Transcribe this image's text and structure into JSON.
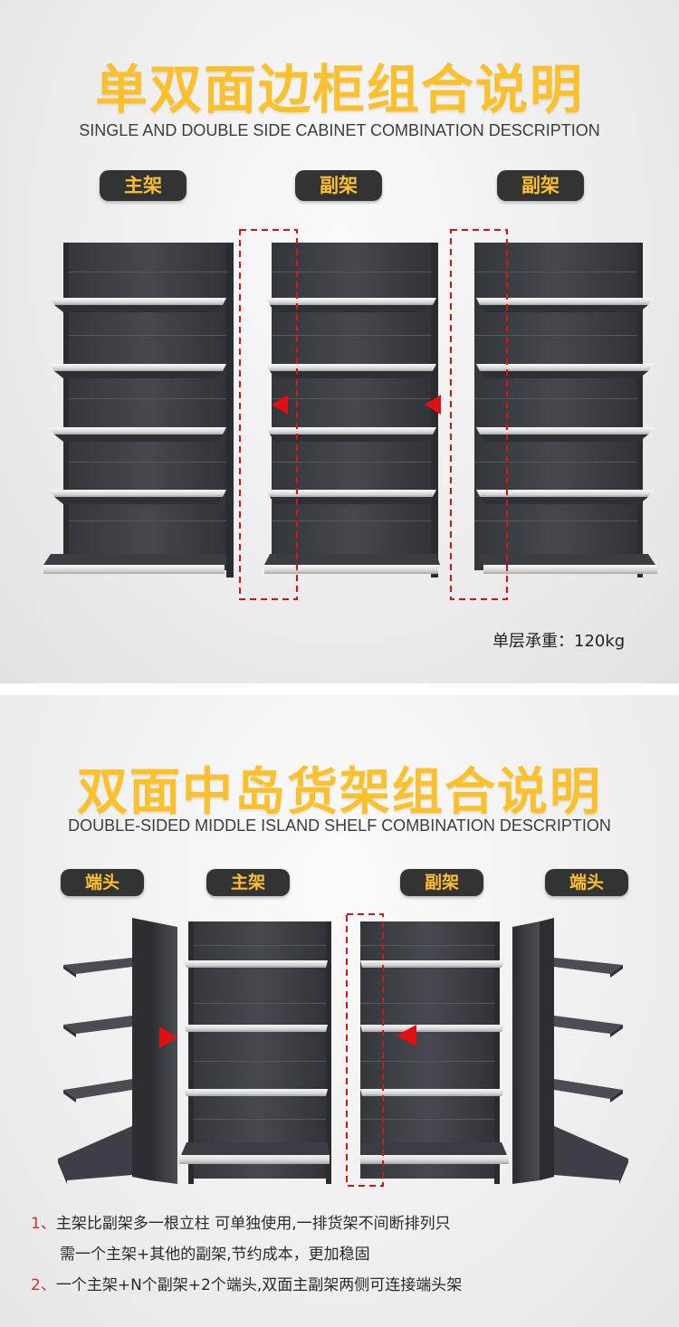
{
  "section1": {
    "title": "单双面边柜组合说明",
    "subtitle": "SINGLE AND DOUBLE SIDE CABINET COMBINATION DESCRIPTION",
    "labels": [
      "主架",
      "副架",
      "副架"
    ],
    "load_note": "单层承重：120kg"
  },
  "section2": {
    "title": "双面中岛货架组合说明",
    "subtitle": "DOUBLE-SIDED MIDDLE ISLAND SHELF COMBINATION DESCRIPTION",
    "labels": [
      "端头",
      "主架",
      "副架",
      "端头"
    ],
    "desc": [
      {
        "num": "1、",
        "text": "主架比副架多一根立柱 可单独使用,一排货架不间断排列只"
      },
      {
        "num": "",
        "text": "需一个主架+其他的副架,节约成本，更加稳固"
      },
      {
        "num": "2、",
        "text": "一个主架+N个副架+2个端头,双面主副架两侧可连接端头架"
      }
    ]
  },
  "colors": {
    "accent": "#fbc02d",
    "pill_bg": "#333333",
    "shelf_dark": "#3a3d42",
    "marker_red": "#e01010"
  },
  "icons": [
    "arrow-left-marker-icon",
    "arrow-right-marker-icon"
  ]
}
